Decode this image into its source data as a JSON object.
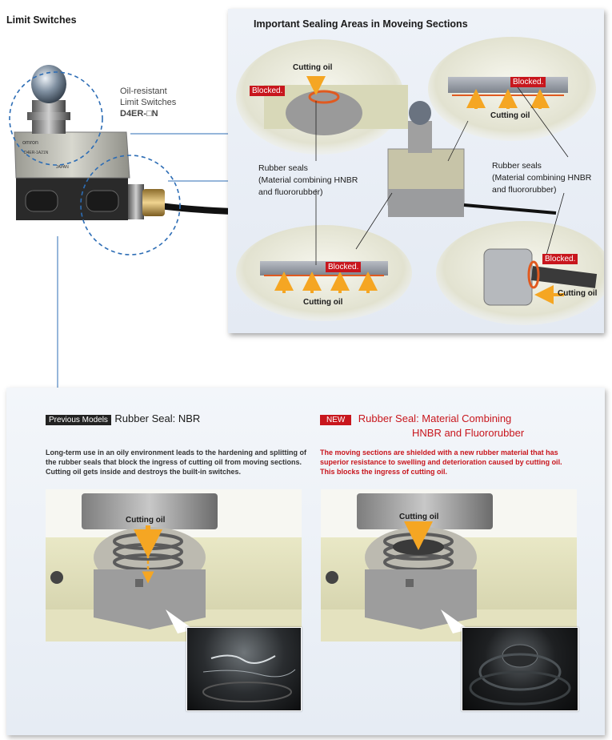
{
  "header": {
    "section_title": "Limit Switches",
    "product_line1": "Oil-resistant",
    "product_line2": "Limit Switches",
    "product_model": "D4ER-□N",
    "switch_brand": "omron",
    "switch_text": [
      "D4ER-1A21N",
      "JAPAN"
    ]
  },
  "top_panel": {
    "title": "Important Sealing Areas in Moveing Sections",
    "cutting_oil": "Cutting oil",
    "blocked": "Blocked.",
    "rubber_seals_left": [
      "Rubber seals",
      "(Material combining HNBR",
      "and fluororubber)"
    ],
    "rubber_seals_right": [
      "Rubber seals",
      "(Material combining HNBR",
      "and fluororubber)"
    ]
  },
  "bottom_panel": {
    "prev": {
      "tag": "Previous Models",
      "heading": "Rubber Seal: NBR",
      "body": [
        "Long-term use in an oily environment leads to the hardening and splitting of",
        "the rubber seals that block the ingress of cutting oil from moving sections.",
        "Cutting oil gets inside and destroys the built-in switches."
      ],
      "cutting_oil": "Cutting oil"
    },
    "new": {
      "tag": "NEW",
      "heading_line1": "Rubber Seal: Material Combining",
      "heading_line2": "HNBR and Fluororubber",
      "body": [
        "The moving sections are shielded with a new rubber material that has",
        "superior resistance to swelling and deterioration caused by cutting oil.",
        "This blocks the ingress of cutting oil."
      ],
      "cutting_oil": "Cutting oil"
    }
  },
  "colors": {
    "accent_red": "#c8161d",
    "arrow_orange": "#f5a623",
    "leader_blue": "#2d6db5",
    "panel_bg": "#e6ecf4"
  }
}
